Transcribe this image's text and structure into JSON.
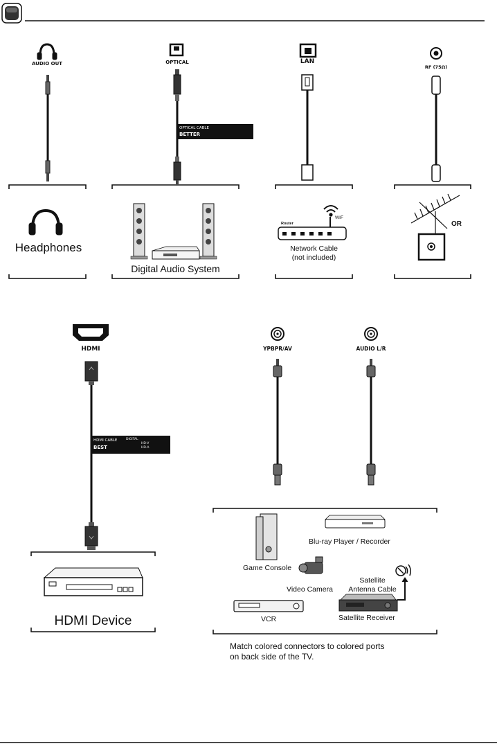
{
  "ports_top": {
    "audio_out": "AUDIO OUT",
    "optical": "OPTICAL",
    "lan": "LAN",
    "rf": "RF (75Ω)"
  },
  "optical_cable": {
    "line1": "OPTICAL CABLE",
    "line2": "BETTER"
  },
  "devices_top": {
    "headphones": "Headphones",
    "digital_audio": "Digital Audio System",
    "router_label": "Router",
    "wifi_label": "WIF",
    "network_cable_1": "Network Cable",
    "network_cable_2": "(not included)",
    "or_label": "OR"
  },
  "ports_bottom": {
    "hdmi": "HDMI",
    "ypbpr": "YPBPR/AV",
    "audio_lr": "AUDIO L/R"
  },
  "hdmi_cable": {
    "line1": "HDMI CABLE",
    "line2": "BEST",
    "digital": "DIGITAL",
    "hdv": "HD-V",
    "hda": "HD-A"
  },
  "devices_bottom": {
    "hdmi_device": "HDMI Device",
    "bluray": "Blu-ray Player / Recorder",
    "game_console": "Game Console",
    "satellite_cable_1": "Satellite",
    "satellite_cable_2": "Antenna Cable",
    "video_camera": "Video Camera",
    "vcr": "VCR",
    "satellite_receiver": "Satellite Receiver"
  },
  "note": {
    "line1": "Match colored connectors to colored ports",
    "line2": "on back side of the TV."
  }
}
